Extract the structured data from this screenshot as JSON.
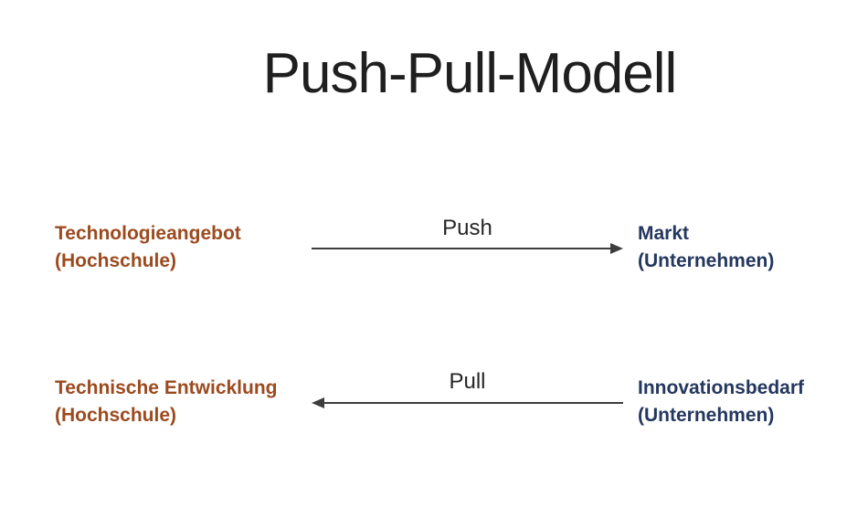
{
  "title": "Push-Pull-Modell",
  "colors": {
    "hochschule_text": "#9C4A1E",
    "unternehmen_text": "#24375F",
    "arrow": "#3d3d3d",
    "title_text": "#1f1f1f",
    "background": "#ffffff"
  },
  "rows": [
    {
      "left": {
        "line1": "Technologieangebot",
        "line2": "(Hochschule)"
      },
      "arrow": {
        "label": "Push",
        "direction": "right"
      },
      "right": {
        "line1": "Markt",
        "line2": "(Unternehmen)"
      }
    },
    {
      "left": {
        "line1": "Technische Entwicklung",
        "line2": "(Hochschule)"
      },
      "arrow": {
        "label": "Pull",
        "direction": "left"
      },
      "right": {
        "line1": "Innovationsbedarf",
        "line2": "(Unternehmen)"
      }
    }
  ]
}
